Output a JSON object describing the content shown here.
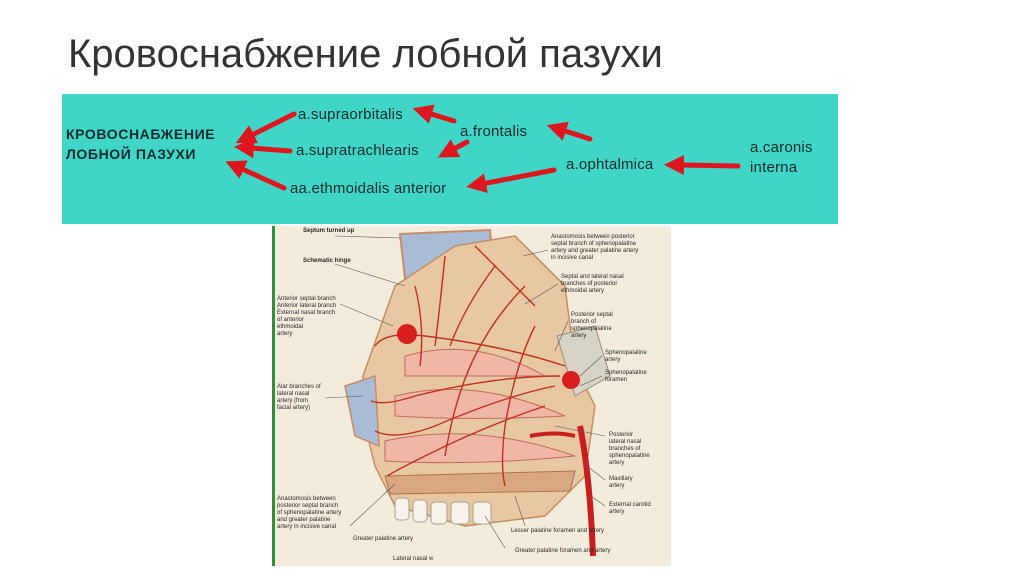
{
  "slide": {
    "title": "Кровоснабжение лобной пазухи"
  },
  "scheme": {
    "heading_line1": "КРОВОСНАБЖЕНИЕ",
    "heading_line2": "ЛОБНОЙ ПАЗУХИ",
    "supraorbitalis": "a.supraorbitalis",
    "supratrachlearis": "a.supratrachlearis",
    "ethmoidalis": "aa.ethmoidalis anterior",
    "frontalis": "a.frontalis",
    "ophtalmica": "a.ophtalmica",
    "carotis_line1": "a.caronis",
    "carotis_line2": "interna",
    "arrow_color": "#e0161e",
    "background_color": "#3fd6c8"
  },
  "anatomy": {
    "septum": "Septum turned up",
    "hinge": "Schematic hinge",
    "anterior_septal": "Anterior septal branch\nAnterior lateral branch\nExternal nasal branch\nof anterior\nethmoidal\nartery",
    "alar": "Alar branches of\nlateral nasal\nartery (from\nfacial artery)",
    "anastomosis_bottom": "Anastomosis between\nposterior septal branch\nof sphenopalatine artery\nand greater palatine\nartery in incisive canal",
    "greater_palatine": "Greater palatine artery",
    "lateral_nasal": "Lateral nasal w",
    "anastomosis_top": "Anastomosis between posterior\nseptal branch of sphenopalatine\nartery and greater palatine artery\nin incisive canal",
    "septal_lateral": "Septal and lateral nasal\nbranches of posterior\nethmoidal artery",
    "posterior_septal": "Posterior septal\nbranch of\nsphenopalatine\nartery",
    "sphenopalatine": "Sphenopalatine\nartery",
    "sph_foramen": "Sphenopalatine\nforamen",
    "posterior_lateral": "Posterior\nlateral nasal\nbranches of\nsphenopalatine\nartery",
    "maxillary": "Maxillary\nartery",
    "external_carotid": "External carotid\nartery",
    "lesser_palatine": "Lesser palatine foramen and artery",
    "greater_palatine_foramen": "Greater palatine foramen and artery"
  }
}
